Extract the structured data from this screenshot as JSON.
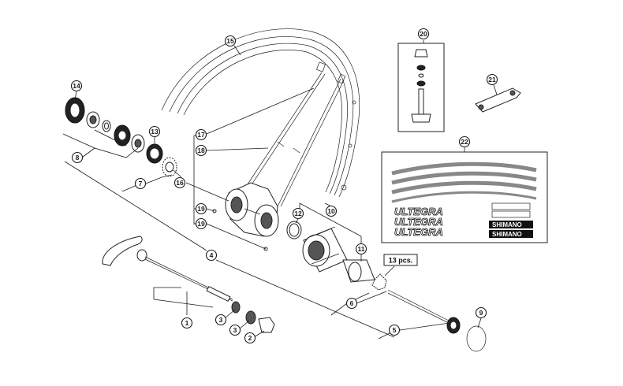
{
  "diagram": {
    "callouts": [
      {
        "id": "c1",
        "label": "1"
      },
      {
        "id": "c2",
        "label": "2"
      },
      {
        "id": "c3a",
        "label": "3"
      },
      {
        "id": "c3b",
        "label": "3"
      },
      {
        "id": "c4",
        "label": "4"
      },
      {
        "id": "c5",
        "label": "5"
      },
      {
        "id": "c6",
        "label": "6"
      },
      {
        "id": "c7",
        "label": "7"
      },
      {
        "id": "c8",
        "label": "8"
      },
      {
        "id": "c9",
        "label": "9"
      },
      {
        "id": "c10",
        "label": "10"
      },
      {
        "id": "c11",
        "label": "11"
      },
      {
        "id": "c12",
        "label": "12"
      },
      {
        "id": "c13",
        "label": "13"
      },
      {
        "id": "c14",
        "label": "14"
      },
      {
        "id": "c15",
        "label": "15"
      },
      {
        "id": "c16",
        "label": "16"
      },
      {
        "id": "c17",
        "label": "17"
      },
      {
        "id": "c18",
        "label": "18"
      },
      {
        "id": "c19a",
        "label": "19"
      },
      {
        "id": "c19b",
        "label": "19"
      },
      {
        "id": "c20",
        "label": "20"
      },
      {
        "id": "c21",
        "label": "21"
      },
      {
        "id": "c22",
        "label": "22"
      }
    ],
    "quantity_note": "13 pcs.",
    "decal_text": {
      "ultegra": "ULTEGRA",
      "shimano": "SHIMANO"
    }
  }
}
